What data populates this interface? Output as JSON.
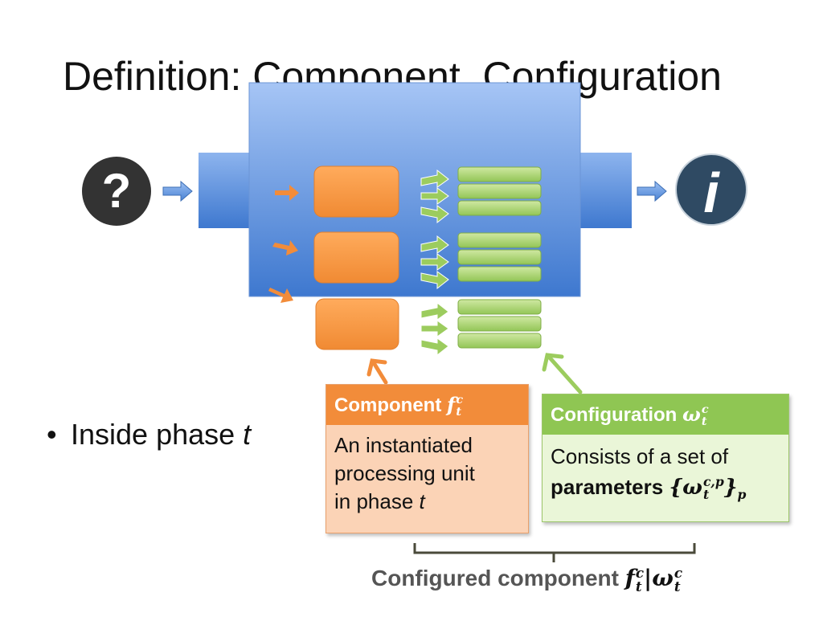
{
  "slide": {
    "title": "Definition: Component, Configuration",
    "bullet": {
      "text": "Inside phase ",
      "variable": "t"
    },
    "icons": {
      "input": "question-mark-icon",
      "output": "info-icon"
    },
    "component_box": {
      "header": "Component",
      "header_symbol": "f",
      "symbol_sup": "c",
      "symbol_sub": "t",
      "body_line1": "An instantiated",
      "body_line2": "processing unit",
      "body_line3_prefix": "in phase ",
      "body_line3_var": "t"
    },
    "configuration_box": {
      "header": "Configuration",
      "header_symbol": "ω",
      "symbol_sup": "c",
      "symbol_sub": "t",
      "body_line1": "Consists of a set of",
      "body_line2_bold": "parameters",
      "set_symbol": "ω",
      "set_sup": "c,p",
      "set_sub": "t",
      "set_index": "p"
    },
    "configured_component": {
      "label": "Configured component",
      "f_symbol": "f",
      "f_sup": "c",
      "f_sub": "t",
      "omega_symbol": "ω",
      "omega_sup": "c",
      "omega_sub": "t"
    },
    "colors": {
      "blue_box": "#5b8fd9",
      "orange": "#f28c3a",
      "green": "#9ccc5e",
      "dark_icon": "#333333",
      "info_icon": "#2f4a63"
    }
  }
}
